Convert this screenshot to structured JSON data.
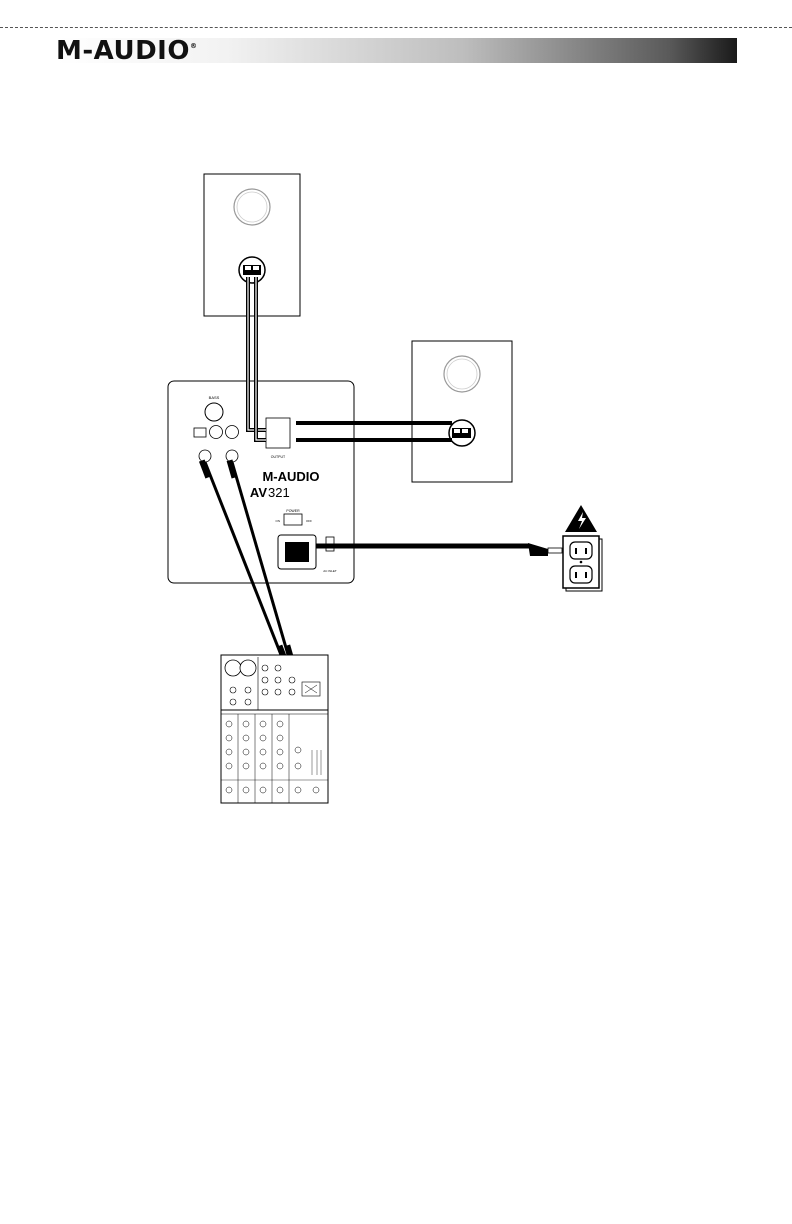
{
  "header": {
    "brand": "M-AUDIO",
    "trademark": "®"
  },
  "subwoofer": {
    "brand": "M-AUDIO",
    "model_prefix": "AV",
    "model_number": "321",
    "bass_label": "BASS",
    "power_label": "POWER",
    "power_on_label": "ON",
    "power_off_label": "OFF",
    "output_label": "OUTPUT",
    "ac_inlet_label": "AC INLET"
  },
  "warning_icon": "high-voltage-warning-icon",
  "outlet_icon": "power-outlet-icon"
}
